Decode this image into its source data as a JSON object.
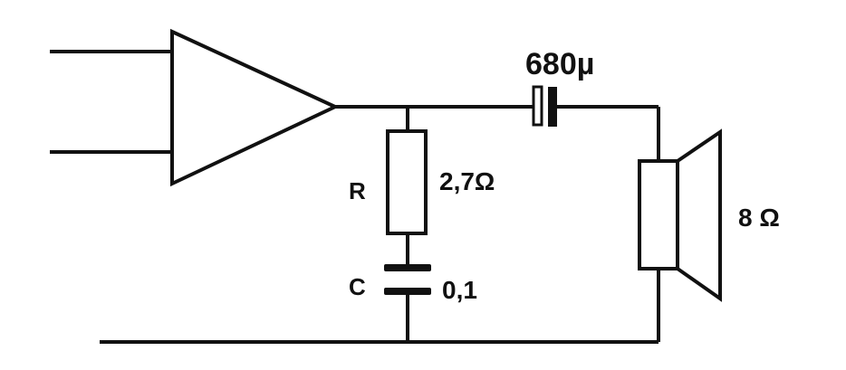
{
  "title": "Amplifier output with Zobel network and speaker",
  "components": {
    "output_capacitor": {
      "value": "680µ"
    },
    "resistor": {
      "label": "R",
      "value": "2,7Ω"
    },
    "capacitor": {
      "label": "C",
      "value": "0,1"
    },
    "speaker": {
      "value": "8 Ω"
    }
  }
}
